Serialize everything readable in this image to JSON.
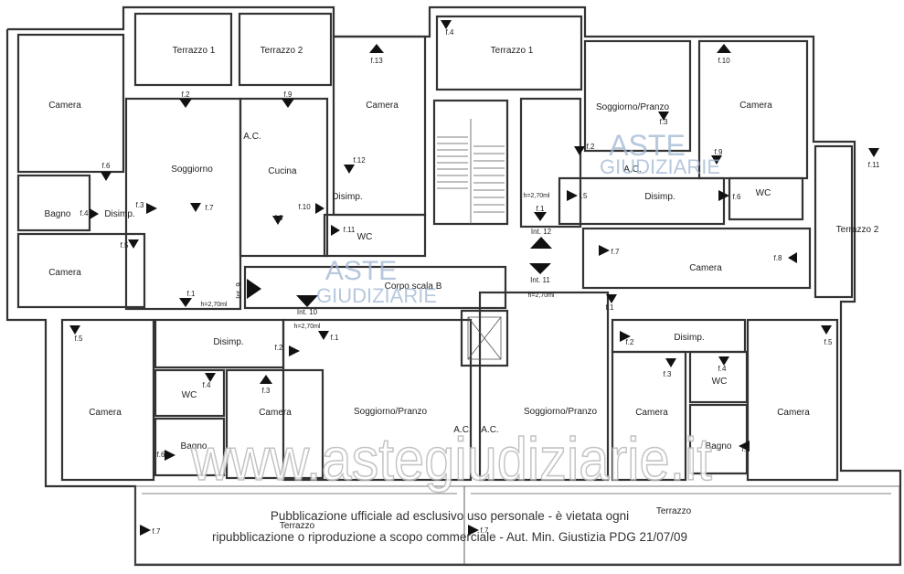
{
  "rooms": {
    "camera_tl": "Camera",
    "terrazzo1_l": "Terrazzo 1",
    "terrazzo2_l": "Terrazzo 2",
    "camera_tm": "Camera",
    "terrazzo1_r": "Terrazzo 1",
    "soggiorno_pranzo_tr": "Soggiorno/Pranzo",
    "camera_tr": "Camera",
    "ac_1": "A.C.",
    "soggiorno": "Soggiorno",
    "cucina": "Cucina",
    "bagno_l": "Bagno",
    "disimp_l": "Disimp.",
    "disimp_m": "Disimp.",
    "wc_m": "WC",
    "ac_2": "A.C.",
    "disimp_r": "Disimp.",
    "wc_r": "WC",
    "terrazzo2_r": "Terrazzo 2",
    "camera_ml": "Camera",
    "corpo_scala": "Corpo scala B",
    "camera_mr": "Camera",
    "disimp_bl": "Disimp.",
    "camera_bl": "Camera",
    "wc_bl": "WC",
    "camera_bm": "Camera",
    "soggiorno_pranzo_bl": "Soggiorno/Pranzo",
    "bagno_bl": "Bagno",
    "ac_3": "A.C.",
    "ac_4": "A.C.",
    "soggiorno_pranzo_br": "Soggiorno/Pranzo",
    "disimp_br": "Disimp.",
    "wc_br": "WC",
    "camera_br1": "Camera",
    "camera_br2": "Camera",
    "bagno_br": "Bagno",
    "terrazzo_bl": "Terrazzo",
    "terrazzo_br": "Terrazzo"
  },
  "units": {
    "int_9": "Int. 9",
    "int_10": "Int. 10",
    "int_11": "Int. 11",
    "int_12": "Int. 12"
  },
  "heights": {
    "h1": "h=2,70ml",
    "h2": "h=2,70ml",
    "h3": "h=2,70ml",
    "h4": "h=2,70ml"
  },
  "photo_markers": {
    "m_f2_a": "f.2",
    "m_f9_a": "f.9",
    "m_f13": "f.13",
    "m_f4_top": "f.4",
    "m_f10_r": "f.10",
    "m_f3_a": "f.3",
    "m_f2_b": "f.2",
    "m_f9_b": "f.9",
    "m_f11_r": "f.11",
    "m_f6_a": "f.6",
    "m_f12": "f.12",
    "m_f3_b": "f.3",
    "m_f4_a": "f.4",
    "m_f7_a": "f.7",
    "m_f10_m": "f.10",
    "m_f5_a": "f.5",
    "m_f6_b": "f.6",
    "m_f8_a": "f.8",
    "m_f11_m": "f.11",
    "m_f1_a": "f.1",
    "m_f5_b": "f.5",
    "m_f7_b": "f.7",
    "m_f8_b": "f.8",
    "m_f1_b": "f.1",
    "m_f1_c": "f.1",
    "m_f1_d": "f.1",
    "m_f5_c": "f.5",
    "m_f2_c": "f.2",
    "m_f2_d": "f.2",
    "m_f5_d": "f.5",
    "m_f4_b": "f.4",
    "m_f3_c": "f.3",
    "m_f3_d": "f.3",
    "m_f4_c": "f.4",
    "m_f6_c": "f.6",
    "m_f6_d": "f.6",
    "m_f7_c": "f.7",
    "m_f7_d": "f.7"
  },
  "watermark": {
    "logo_line1": "ASTE",
    "logo_line2": "GIUDIZIARIE",
    "url": "www.astegiudiziarie.it"
  },
  "notice": {
    "line1": "Pubblicazione ufficiale ad esclusivo uso personale - è vietata ogni",
    "line2": "ripubblicazione o riproduzione a scopo commerciale - Aut. Min. Giustizia PDG 21/07/09"
  }
}
